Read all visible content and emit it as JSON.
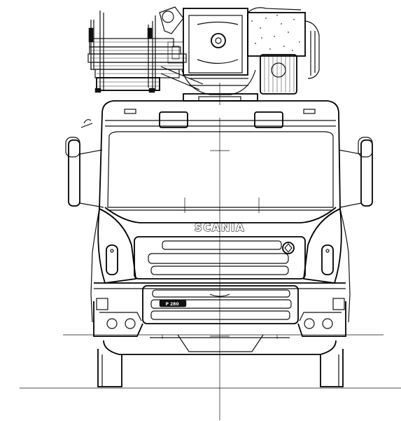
{
  "drawing": {
    "type": "technical line drawing",
    "grille_badge_text": "SCANIA",
    "plate_text": "P 280",
    "line_color": "#111111",
    "background_color": "#ffffff",
    "icons": [
      "crane-icon",
      "griffin-emblem-icon"
    ]
  }
}
